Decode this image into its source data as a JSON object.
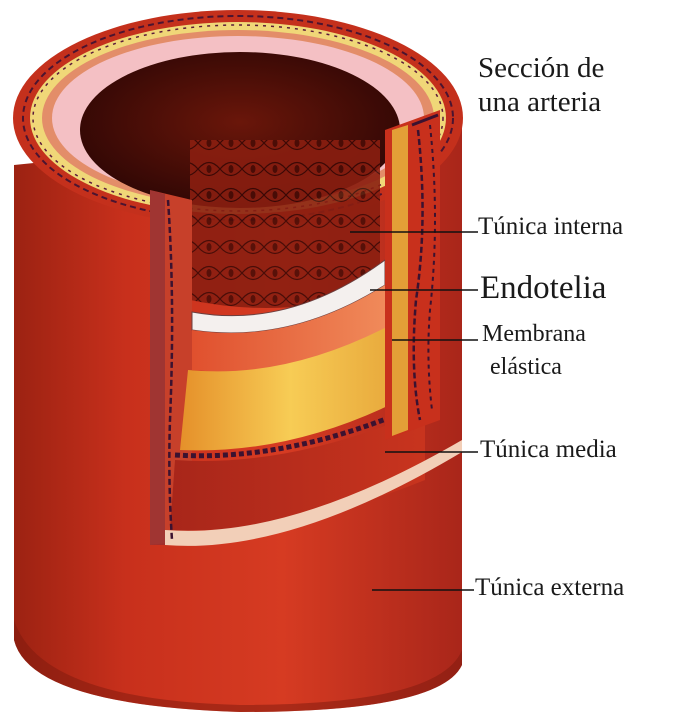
{
  "diagram": {
    "title_line1": "Sección de",
    "title_line2": "una arteria",
    "labels": {
      "tunica_interna": "Túnica interna",
      "endotelia": "Endotelia",
      "membrana_line1": "Membrana",
      "membrana_line2": "elástica",
      "tunica_media": "Túnica media",
      "tunica_externa": "Túnica externa"
    },
    "colors": {
      "outer_wall": "#c8301c",
      "outer_wall_dark": "#8e1d10",
      "media_layer": "#b8281a",
      "elastic_membrane": "#f2c24a",
      "lumen": "#4a0c06",
      "endothelium": "#f4f0ee",
      "leader_line": "#111111"
    }
  }
}
